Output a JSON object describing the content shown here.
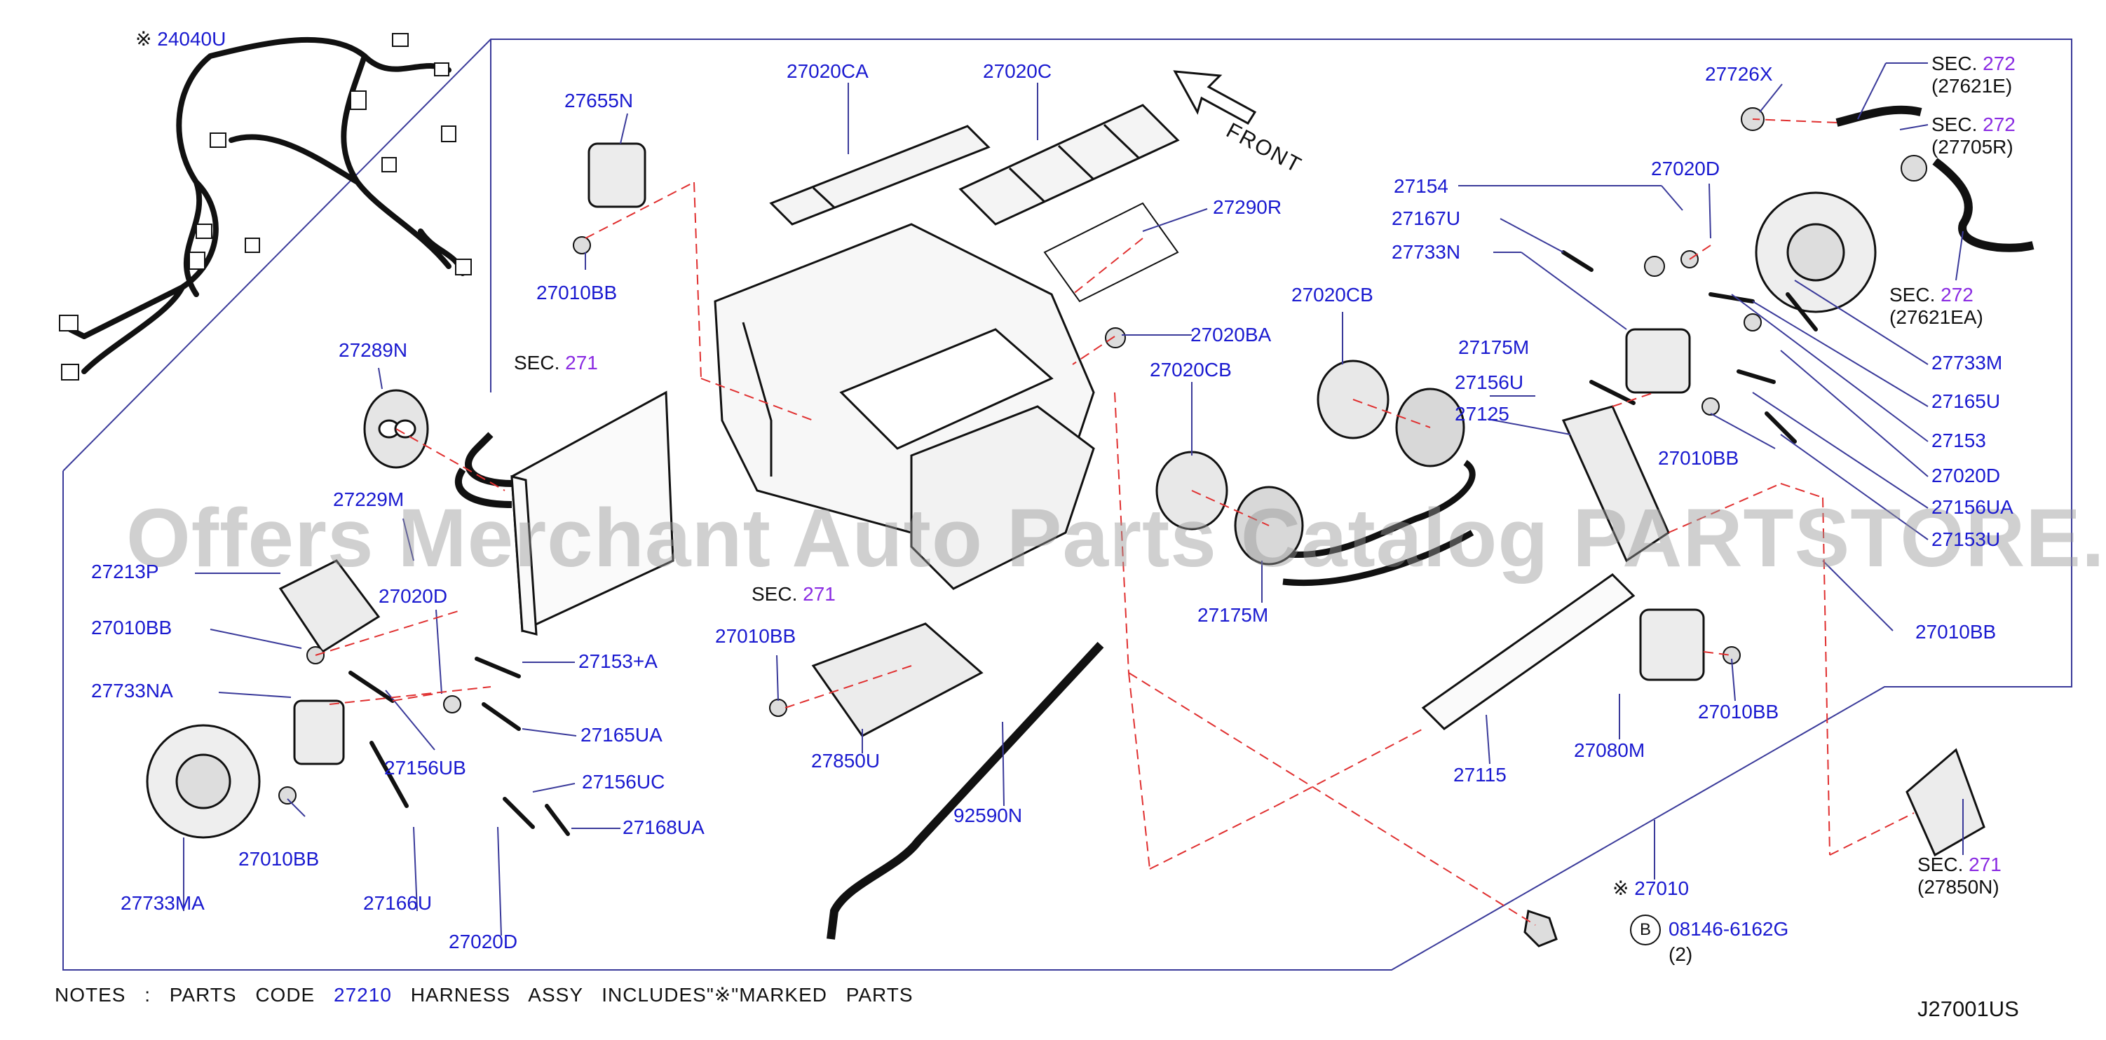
{
  "labels": {
    "p24040U": "24040U",
    "p27655N": "27655N",
    "p27010BB_a": "27010BB",
    "p27020CA": "27020CA",
    "p27020C": "27020C",
    "p27290R": "27290R",
    "p27020BA": "27020BA",
    "p27020CB_a": "27020CB",
    "p27020CB_b": "27020CB",
    "p27289N": "27289N",
    "p27229M": "27229M",
    "p27213P": "27213P",
    "p27010BB_b": "27010BB",
    "p27733NA": "27733NA",
    "p27020D_a": "27020D",
    "p27153A": "27153+A",
    "p27165UA": "27165UA",
    "p27156UB": "27156UB",
    "p27156UC": "27156UC",
    "p27168UA": "27168UA",
    "p27010BB_c": "27010BB",
    "p27733MA": "27733MA",
    "p27166U": "27166U",
    "p27020D_b": "27020D",
    "p27010BB_d": "27010BB",
    "p27850U": "27850U",
    "p92590N": "92590N",
    "p27175M_a": "27175M",
    "p27175M_b": "27175M",
    "p27156U": "27156U",
    "p27125": "27125",
    "p27154": "27154",
    "p27167U": "27167U",
    "p27733N": "27733N",
    "p27020D_c": "27020D",
    "p27010BB_e": "27010BB",
    "p27726X": "27726X",
    "p27733M": "27733M",
    "p27165U": "27165U",
    "p27153": "27153",
    "p27020D_d": "27020D",
    "p27156UA": "27156UA",
    "p27153U": "27153U",
    "p27010BB_f": "27010BB",
    "p27010BB_g": "27010BB",
    "p27080M": "27080M",
    "p27115": "27115",
    "p27010": "27010",
    "p08146": "08146-6162G",
    "qty2": "(2)",
    "circleB": "B",
    "asterisk": "※"
  },
  "sections": {
    "sec_label": "SEC.",
    "s271": "271",
    "s272": "272",
    "r27621E": "(27621E)",
    "r27705R": "(27705R)",
    "r27621EA": "(27621EA)",
    "r27850N": "(27850N)"
  },
  "front_label": "FRONT",
  "watermark": "Offers Merchant Auto Parts Catalog PARTSTORE.SA",
  "notes": {
    "prefix": "NOTES : PARTS CODE",
    "code": "27210",
    "suffix": "HARNESS ASSY INCLUDES\"※\"MARKED PARTS"
  },
  "diagram_id": "J27001US",
  "colors": {
    "part_number": "#1a1ad0",
    "section_number": "#8a2be2",
    "line": "#111111",
    "dashed_leader": "#e03030"
  }
}
